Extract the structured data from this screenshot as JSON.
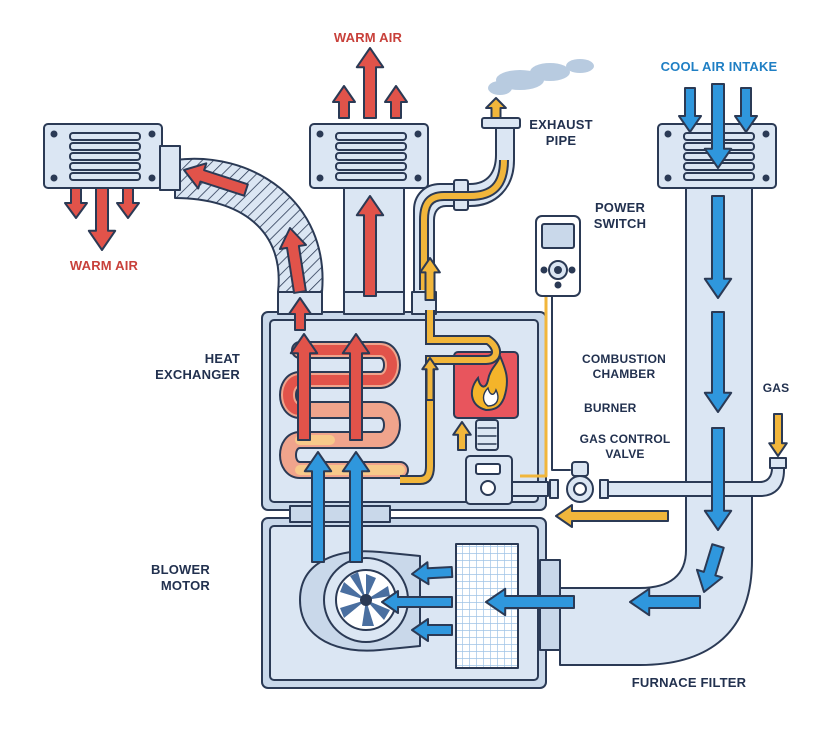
{
  "colors": {
    "outline": "#2b3a55",
    "duct_fill": "#dbe6f3",
    "panel_fill": "#c9d8ea",
    "warm": "#e1534a",
    "warm_label": "#c8403a",
    "cool": "#2f97dd",
    "cool_label": "#1f7fc4",
    "exhaust": "#f1b63b",
    "label": "#22314f",
    "chamber": "#e8555d",
    "flame": "#f4b42a"
  },
  "labels": {
    "warm_air_top": "WARM AIR",
    "warm_air_left": "WARM AIR",
    "cool_air_intake": "COOL AIR INTAKE",
    "exhaust_pipe_line1": "EXHAUST",
    "exhaust_pipe_line2": "PIPE",
    "power_switch_line1": "POWER",
    "power_switch_line2": "SWITCH",
    "heat_exchanger_line1": "HEAT",
    "heat_exchanger_line2": "EXCHANGER",
    "combustion_chamber_line1": "COMBUSTION",
    "combustion_chamber_line2": "CHAMBER",
    "burner": "BURNER",
    "gas": "GAS",
    "gas_control_valve_line1": "GAS CONTROL",
    "gas_control_valve_line2": "VALVE",
    "blower_motor_line1": "BLOWER",
    "blower_motor_line2": "MOTOR",
    "furnace_filter": "FURNACE FILTER"
  },
  "icons": [
    "vent-grille-icon",
    "flame-icon",
    "fan-icon",
    "thermostat-icon",
    "smoke-icon",
    "filter-grid-icon",
    "valve-icon"
  ]
}
